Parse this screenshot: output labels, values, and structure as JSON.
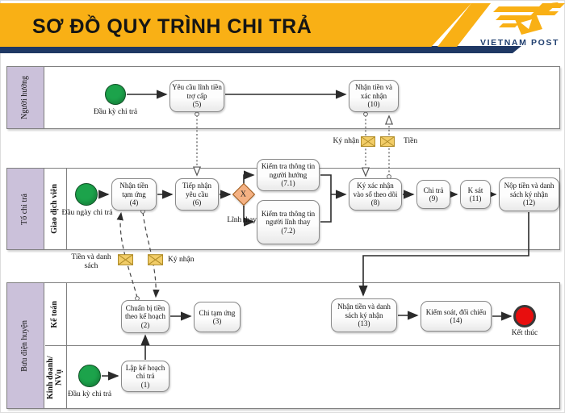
{
  "header": {
    "title": "SƠ ĐỒ QUY TRÌNH CHI TRẢ",
    "brand": "VIETNAM POST",
    "colors": {
      "banner": "#F9B015",
      "stripe": "#1F3864",
      "brand_text": "#1F3E6E"
    }
  },
  "lanes": {
    "nguoi_huong": {
      "label": "Người hưởng"
    },
    "to_chi_tra": {
      "label": "Tổ chi trả",
      "sublabel": "Giao dịch viên"
    },
    "buu_dien_huyen": {
      "label": "Bưu điện huyện",
      "sub1": "Kế toán",
      "sub2": "Kinh doanh/ NVụ"
    }
  },
  "events": {
    "start_lane1": {
      "label": "Đầu kỳ chi trả"
    },
    "start_lane2": {
      "label": "Đầu ngày chi trả"
    },
    "start_lane3": {
      "label": "Đầu kỳ chi trả"
    },
    "end": {
      "label": "Kết thúc"
    }
  },
  "gateway": {
    "symbol": "X",
    "branch_label": "Lĩnh thay"
  },
  "tasks": {
    "t1": {
      "label": "Lập kế hoạch chi trả",
      "num": "(1)"
    },
    "t2": {
      "label": "Chuẩn bị tiền theo kế hoạch",
      "num": "(2)"
    },
    "t3": {
      "label": "Chi tạm ứng",
      "num": "(3)"
    },
    "t4": {
      "label": "Nhận tiền tạm ứng",
      "num": "(4)"
    },
    "t5": {
      "label": "Yêu cầu lĩnh tiền trợ cấp",
      "num": "(5)"
    },
    "t6": {
      "label": "Tiếp nhận yêu cầu",
      "num": "(6)"
    },
    "t7_1": {
      "label": "Kiểm tra thông tin người hưởng",
      "num": "(7.1)"
    },
    "t7_2": {
      "label": "Kiểm tra thông tin người lĩnh thay",
      "num": "(7.2)"
    },
    "t8": {
      "label": "Ký xác nhận vào sổ theo dõi",
      "num": "(8)"
    },
    "t9": {
      "label": "Chi trả",
      "num": "(9)"
    },
    "t11": {
      "label": "K sát",
      "num": "(11)"
    },
    "t12": {
      "label": "Nộp tiền và danh sách ký nhận",
      "num": "(12)"
    },
    "t13": {
      "label": "Nhận tiền và danh sách ký nhận",
      "num": "(13)"
    },
    "t14": {
      "label": "Kiểm soát, đối chiếu",
      "num": "(14)"
    }
  },
  "messages": {
    "ky_nhan_top": "Ký nhận",
    "tien_top": "Tiền",
    "tien_va_danh_sach": "Tiền và danh sách",
    "ky_nhan_bottom": "Ký nhận"
  }
}
